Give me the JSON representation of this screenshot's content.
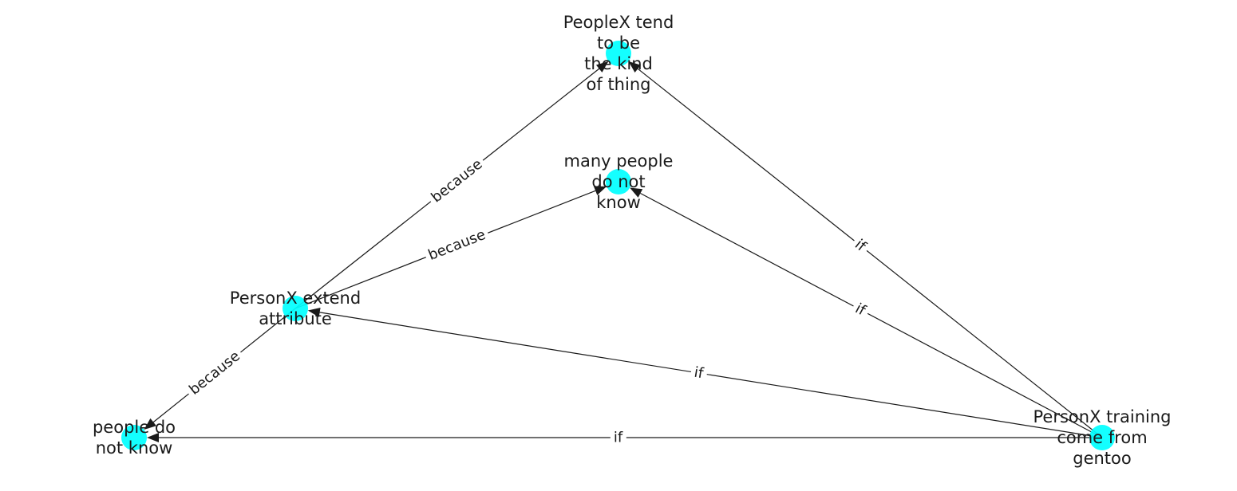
{
  "graph": {
    "nodes": [
      {
        "id": "peoplex_tend",
        "lines": [
          "PeopleX tend",
          "to be",
          "the kind",
          "of thing"
        ]
      },
      {
        "id": "many_people",
        "lines": [
          "many people",
          "do not",
          "know"
        ]
      },
      {
        "id": "personx_extend",
        "lines": [
          "PersonX extend",
          "attribute"
        ]
      },
      {
        "id": "people_do_not_know",
        "lines": [
          "people do",
          "not know"
        ]
      },
      {
        "id": "personx_training",
        "lines": [
          "PersonX training",
          "come from",
          "gentoo"
        ]
      }
    ],
    "edges": [
      {
        "source": "personx_extend",
        "target": "peoplex_tend",
        "label": "because"
      },
      {
        "source": "personx_extend",
        "target": "many_people",
        "label": "because"
      },
      {
        "source": "personx_extend",
        "target": "people_do_not_know",
        "label": "because"
      },
      {
        "source": "personx_training",
        "target": "peoplex_tend",
        "label": "if"
      },
      {
        "source": "personx_training",
        "target": "many_people",
        "label": "if"
      },
      {
        "source": "personx_training",
        "target": "personx_extend",
        "label": "if"
      },
      {
        "source": "personx_training",
        "target": "people_do_not_know",
        "label": "if"
      }
    ]
  },
  "colors": {
    "node": "#00ffff",
    "edge": "#1a1a1a"
  }
}
